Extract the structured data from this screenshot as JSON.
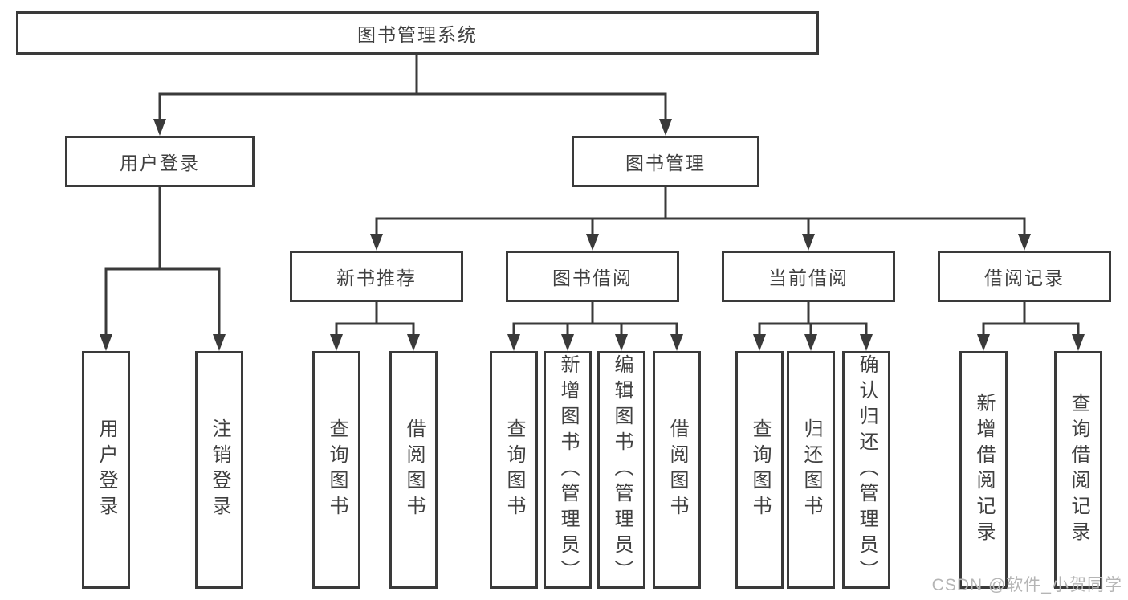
{
  "diagram": {
    "root": {
      "label": "图书管理系统"
    },
    "branches": [
      {
        "label": "用户登录",
        "children": [
          {
            "label": "用户登录"
          },
          {
            "label": "注销登录"
          }
        ]
      },
      {
        "label": "图书管理",
        "groups": [
          {
            "label": "新书推荐",
            "children": [
              {
                "label": "查询图书"
              },
              {
                "label": "借阅图书"
              }
            ]
          },
          {
            "label": "图书借阅",
            "children": [
              {
                "label": "查询图书"
              },
              {
                "label": "新增图书（管理员）"
              },
              {
                "label": "编辑图书（管理员）"
              },
              {
                "label": "借阅图书"
              }
            ]
          },
          {
            "label": "当前借阅",
            "children": [
              {
                "label": "查询图书"
              },
              {
                "label": "归还图书"
              },
              {
                "label": "确认归还（管理员）"
              }
            ]
          },
          {
            "label": "借阅记录",
            "children": [
              {
                "label": "新增借阅记录"
              },
              {
                "label": "查询借阅记录"
              }
            ]
          }
        ]
      }
    ]
  },
  "watermark": {
    "text": "CSDN @软件_小贺同学"
  },
  "colors": {
    "line": "#3a3a3a",
    "text": "#404040",
    "watermark": "#b5b5b5",
    "background": "#ffffff"
  }
}
